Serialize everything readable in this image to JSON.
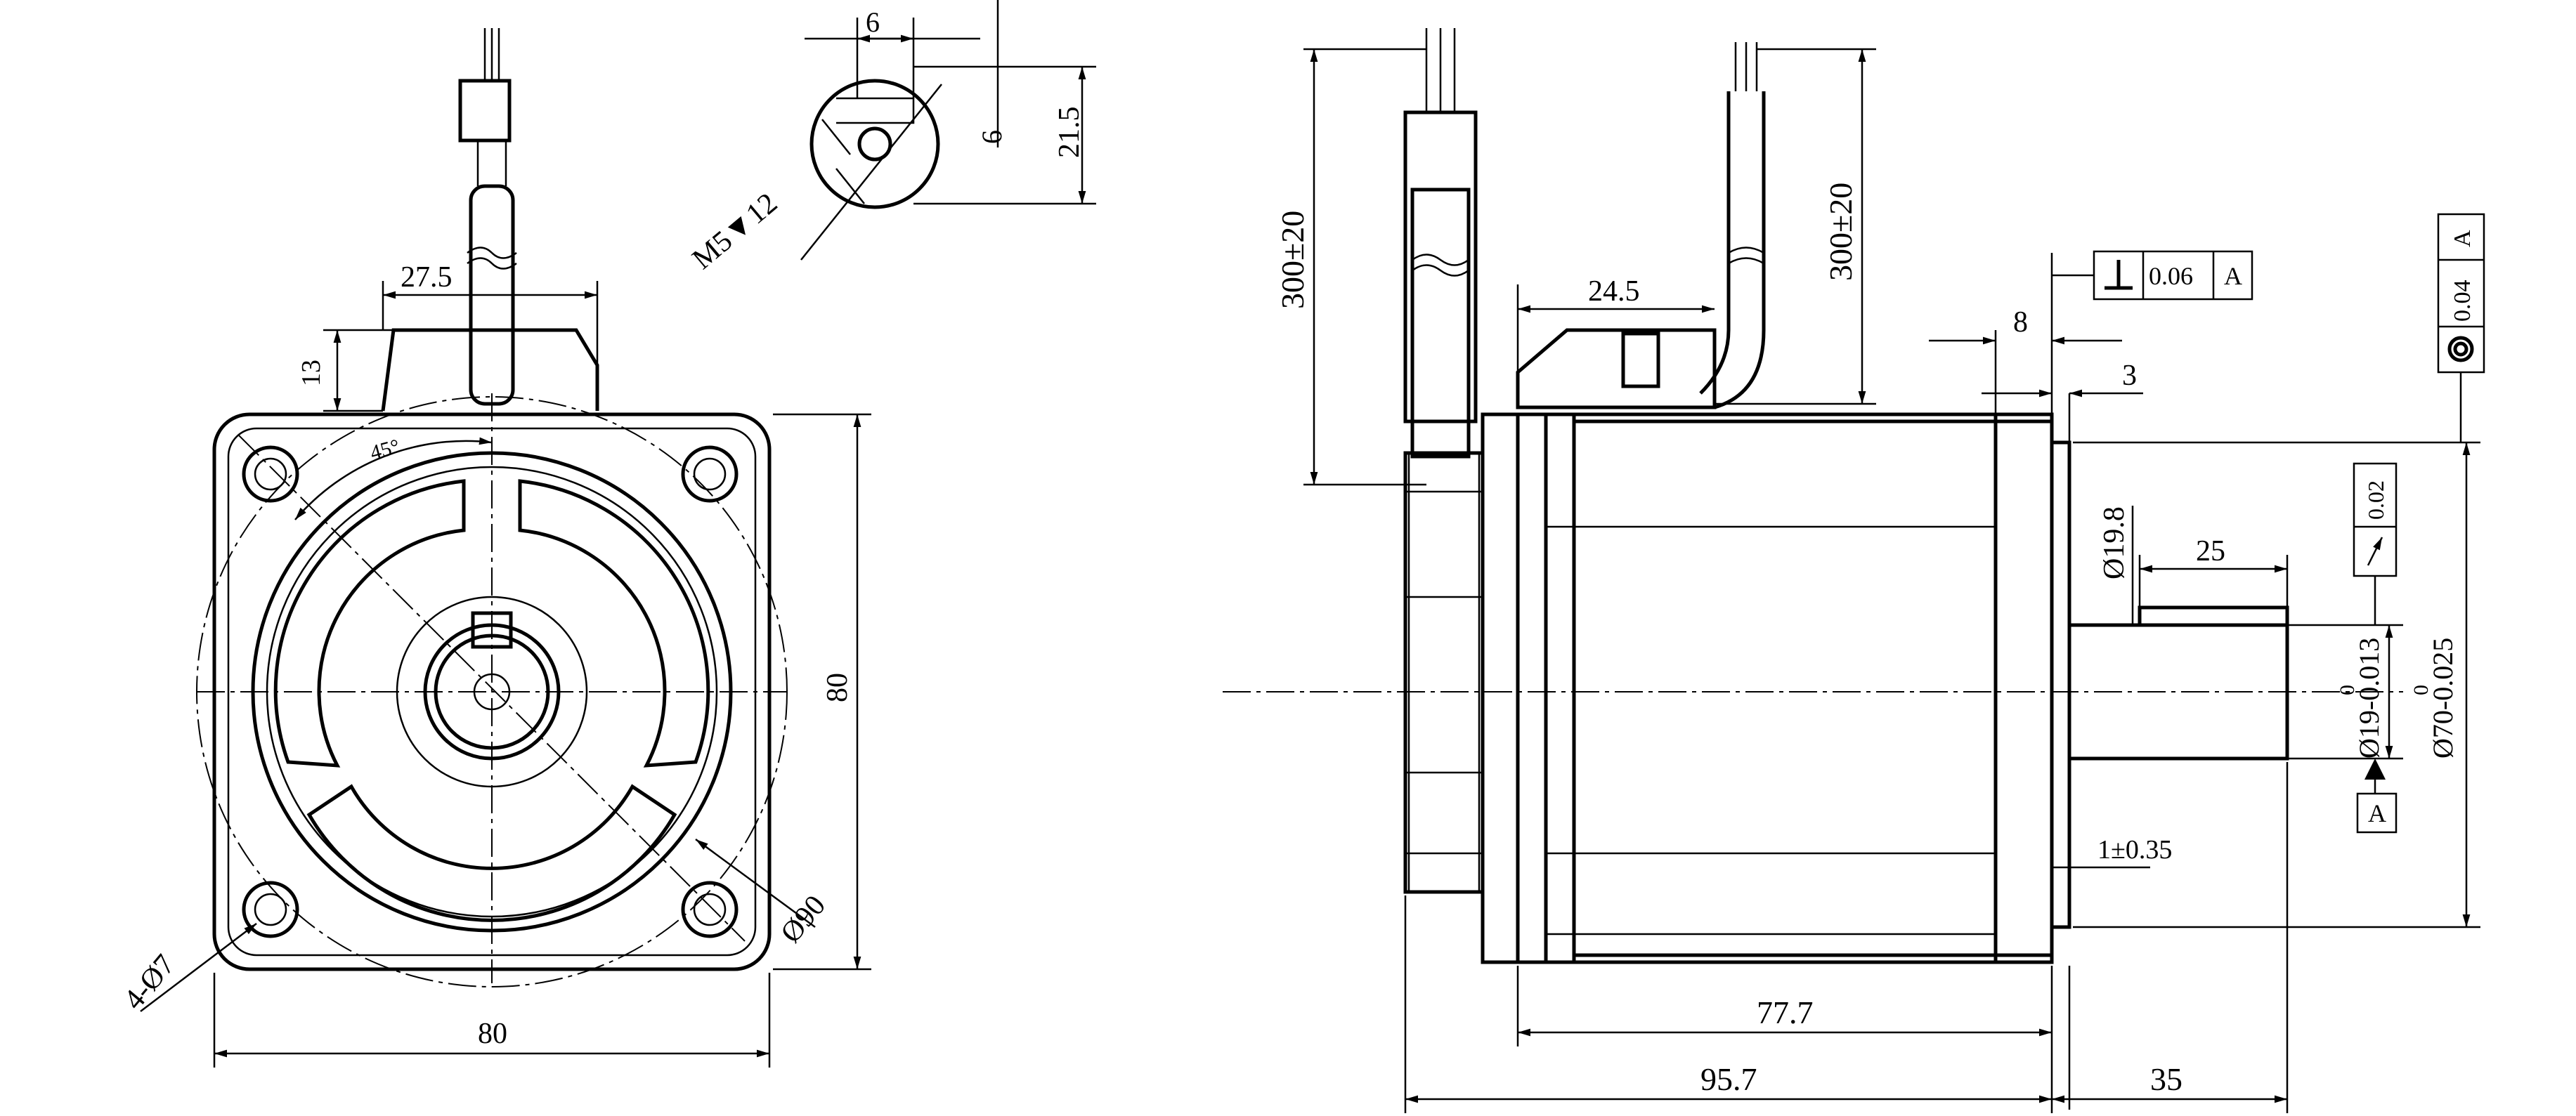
{
  "front_view": {
    "dim_flange_width": "80",
    "dim_flange_height": "80",
    "dim_connector_offset": "27.5",
    "dim_connector_height": "13",
    "dim_angle": "45°",
    "dim_bolt_circle": "Ø90",
    "dim_mounting_holes": "4-Ø7"
  },
  "keyway_detail": {
    "dim_key_width": "6",
    "dim_key_depth": "6",
    "dim_shaft_height": "21.5",
    "dim_thread": "M5▼12"
  },
  "side_view": {
    "dim_cable_length_left": "300±20",
    "dim_cable_length_right": "300±20",
    "dim_connector_width": "24.5",
    "dim_flange_thickness": "8",
    "dim_spigot": "3",
    "dim_shaft_shoulder": "Ø19.8",
    "dim_shaft_length": "25",
    "dim_shaft_dia": "Ø19-0.013",
    "dim_shaft_dia_upper": "0",
    "dim_pilot_dia": "Ø70-0.025",
    "dim_pilot_dia_upper": "0",
    "dim_pilot_gap": "1±0.35",
    "dim_body_length": "77.7",
    "dim_total_length": "95.7",
    "dim_shaft_ext": "35"
  },
  "tolerances": {
    "perpendicularity_value": "0.06",
    "perpendicularity_datum": "A",
    "concentricity_value": "0.04",
    "concentricity_datum": "A",
    "runout_value": "0.02",
    "datum_label": "A"
  }
}
